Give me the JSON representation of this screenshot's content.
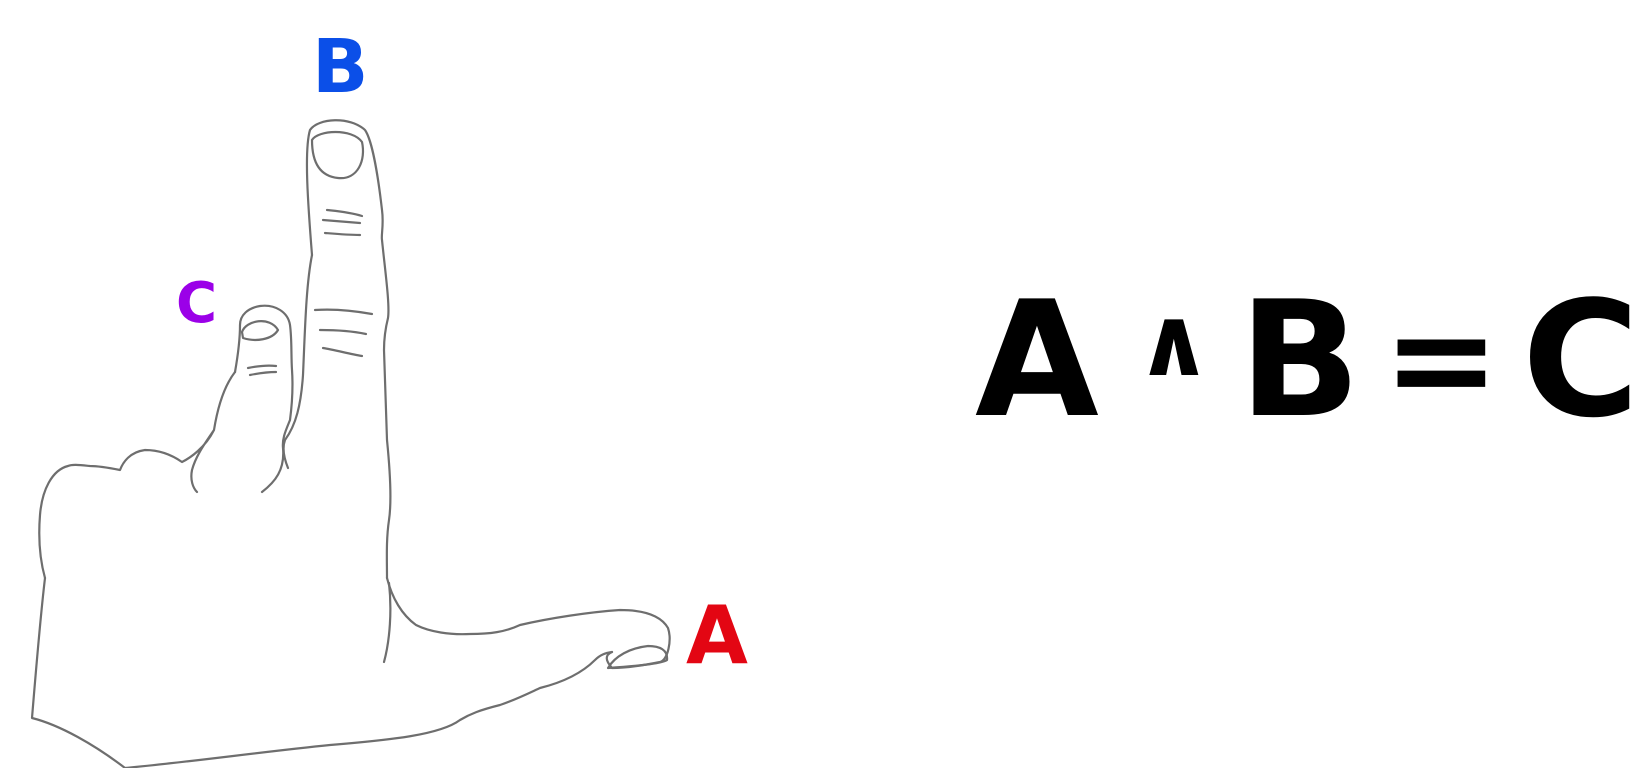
{
  "labels": {
    "thumb": {
      "text": "A",
      "color": "#e30613"
    },
    "index": {
      "text": "B",
      "color": "#0b4fe8"
    },
    "middle": {
      "text": "C",
      "color": "#9b00e8"
    }
  },
  "equation": {
    "left": "A",
    "operator": "∧",
    "right": "B",
    "equals": "=",
    "result": "C"
  },
  "colors": {
    "hand_stroke": "#6e6e6e",
    "equation_text": "#000000",
    "background": "#ffffff"
  }
}
